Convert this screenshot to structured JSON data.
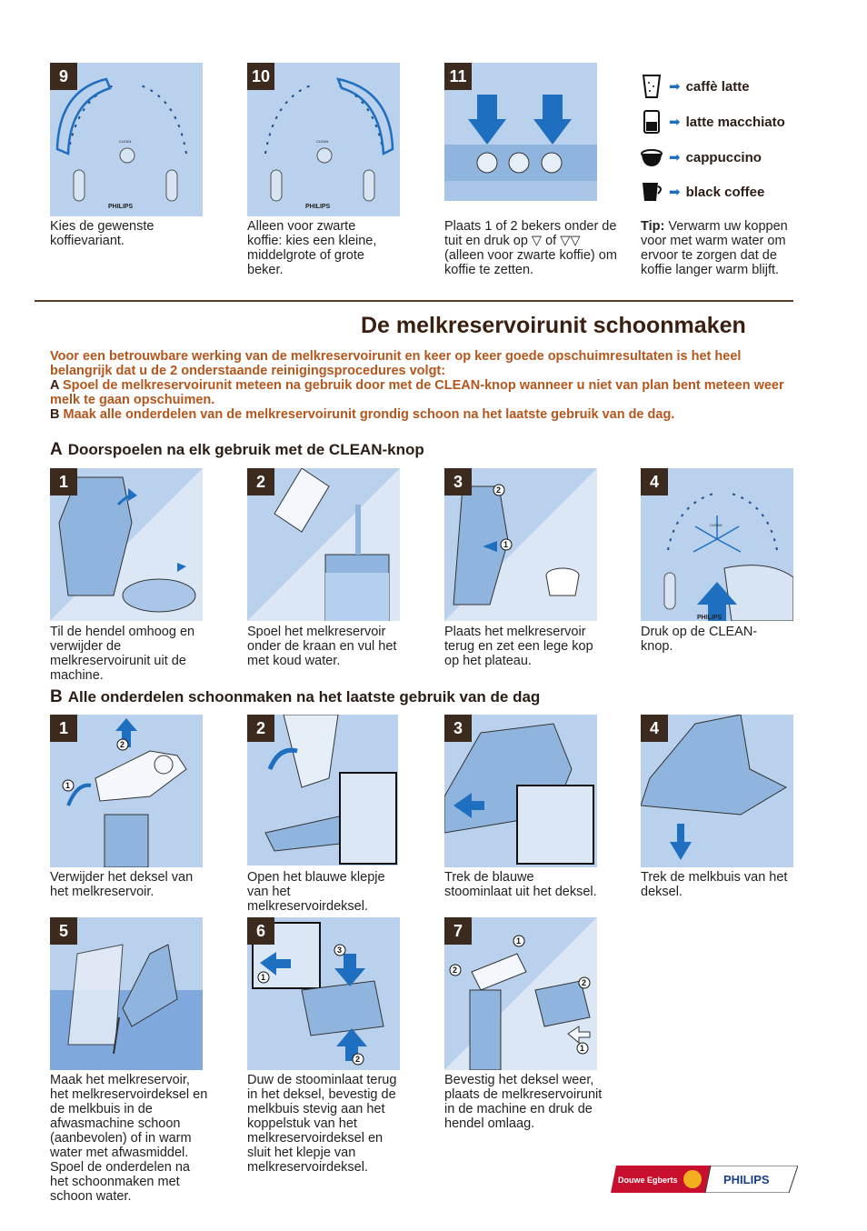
{
  "top_steps": [
    {
      "number": "9",
      "caption": "Kies de gewenste koffievariant."
    },
    {
      "number": "10",
      "caption": "Alleen voor zwarte koffie: kies een kleine, middelgrote of grote beker."
    },
    {
      "number": "11",
      "caption": "Plaats 1 of 2 bekers onder de tuit en druk op ▽ of ▽▽ (alleen voor zwarte koffie) om koffie te zetten."
    }
  ],
  "legend": [
    {
      "label": "caffè latte",
      "icon": "latte-cup-icon"
    },
    {
      "label": "latte macchiato",
      "icon": "macchiato-glass-icon"
    },
    {
      "label": "cappuccino",
      "icon": "cappuccino-cup-icon"
    },
    {
      "label": "black coffee",
      "icon": "black-coffee-cup-icon"
    }
  ],
  "tip": {
    "label": "Tip:",
    "text": " Verwarm uw koppen voor met warm water om ervoor te zorgen dat de koffie langer warm blijft."
  },
  "title": "De melkreservoirunit schoonmaken",
  "intro": {
    "text": "Voor een betrouwbare werking van de melkreservoirunit en keer op keer goede opschuimresultaten is het heel belangrijk dat u de 2 onderstaande reinigingsprocedures volgt:",
    "a_tag": "A",
    "a_text": "Spoel de melkreservoirunit meteen na gebruik door met de CLEAN-knop wanneer u niet van plan bent meteen weer melk te gaan opschuimen.",
    "b_tag": "B",
    "b_text": "Maak alle onderdelen van de melkreservoirunit grondig schoon na het laatste gebruik van de dag."
  },
  "section_a": {
    "letter": "A",
    "title": "Doorspoelen na elk gebruik met de CLEAN-knop",
    "steps": [
      {
        "number": "1",
        "caption": "Til de hendel omhoog en verwijder de melkreservoirunit uit de machine."
      },
      {
        "number": "2",
        "caption": "Spoel het melkreservoir onder de kraan en vul het met koud water."
      },
      {
        "number": "3",
        "caption": "Plaats het melkreservoir terug en zet een lege kop op het plateau."
      },
      {
        "number": "4",
        "caption": "Druk op de CLEAN-knop."
      }
    ]
  },
  "section_b": {
    "letter": "B",
    "title": "Alle onderdelen schoonmaken na het laatste gebruik van de dag",
    "steps": [
      {
        "number": "1",
        "caption": "Verwijder het deksel van het melkreservoir."
      },
      {
        "number": "2",
        "caption": "Open het blauwe klepje van het melkreservoirdeksel."
      },
      {
        "number": "3",
        "caption": "Trek de blauwe stoominlaat uit het deksel."
      },
      {
        "number": "4",
        "caption": "Trek de melkbuis van het deksel."
      },
      {
        "number": "5",
        "caption": "Maak het melkreservoir, het melkreservoirdeksel en de melkbuis in de afwasmachine schoon (aanbevolen) of in warm water met afwasmiddel. Spoel de onderdelen na het schoonmaken met schoon water."
      },
      {
        "number": "6",
        "caption": "Duw de stoominlaat terug in het deksel, bevestig de melkbuis stevig aan het koppelstuk van het melkreservoirdeksel en sluit het klepje van melkreservoirdeksel."
      },
      {
        "number": "7",
        "caption": "Bevestig het deksel weer, plaats de melkreservoirunit in de machine en druk de hendel omlaag."
      }
    ]
  },
  "panel_texts": {
    "brand": "PHILIPS",
    "clean": "CLEAN",
    "callouts": [
      "1",
      "2",
      "3"
    ]
  },
  "logo": {
    "left": "Douwe Egberts",
    "right": "PHILIPS"
  },
  "colors": {
    "panel": "#b9d1ec",
    "badge": "#3d2a1e",
    "arrow": "#1f6fc0",
    "intro": "#b4561c",
    "title": "#3a1f10"
  }
}
